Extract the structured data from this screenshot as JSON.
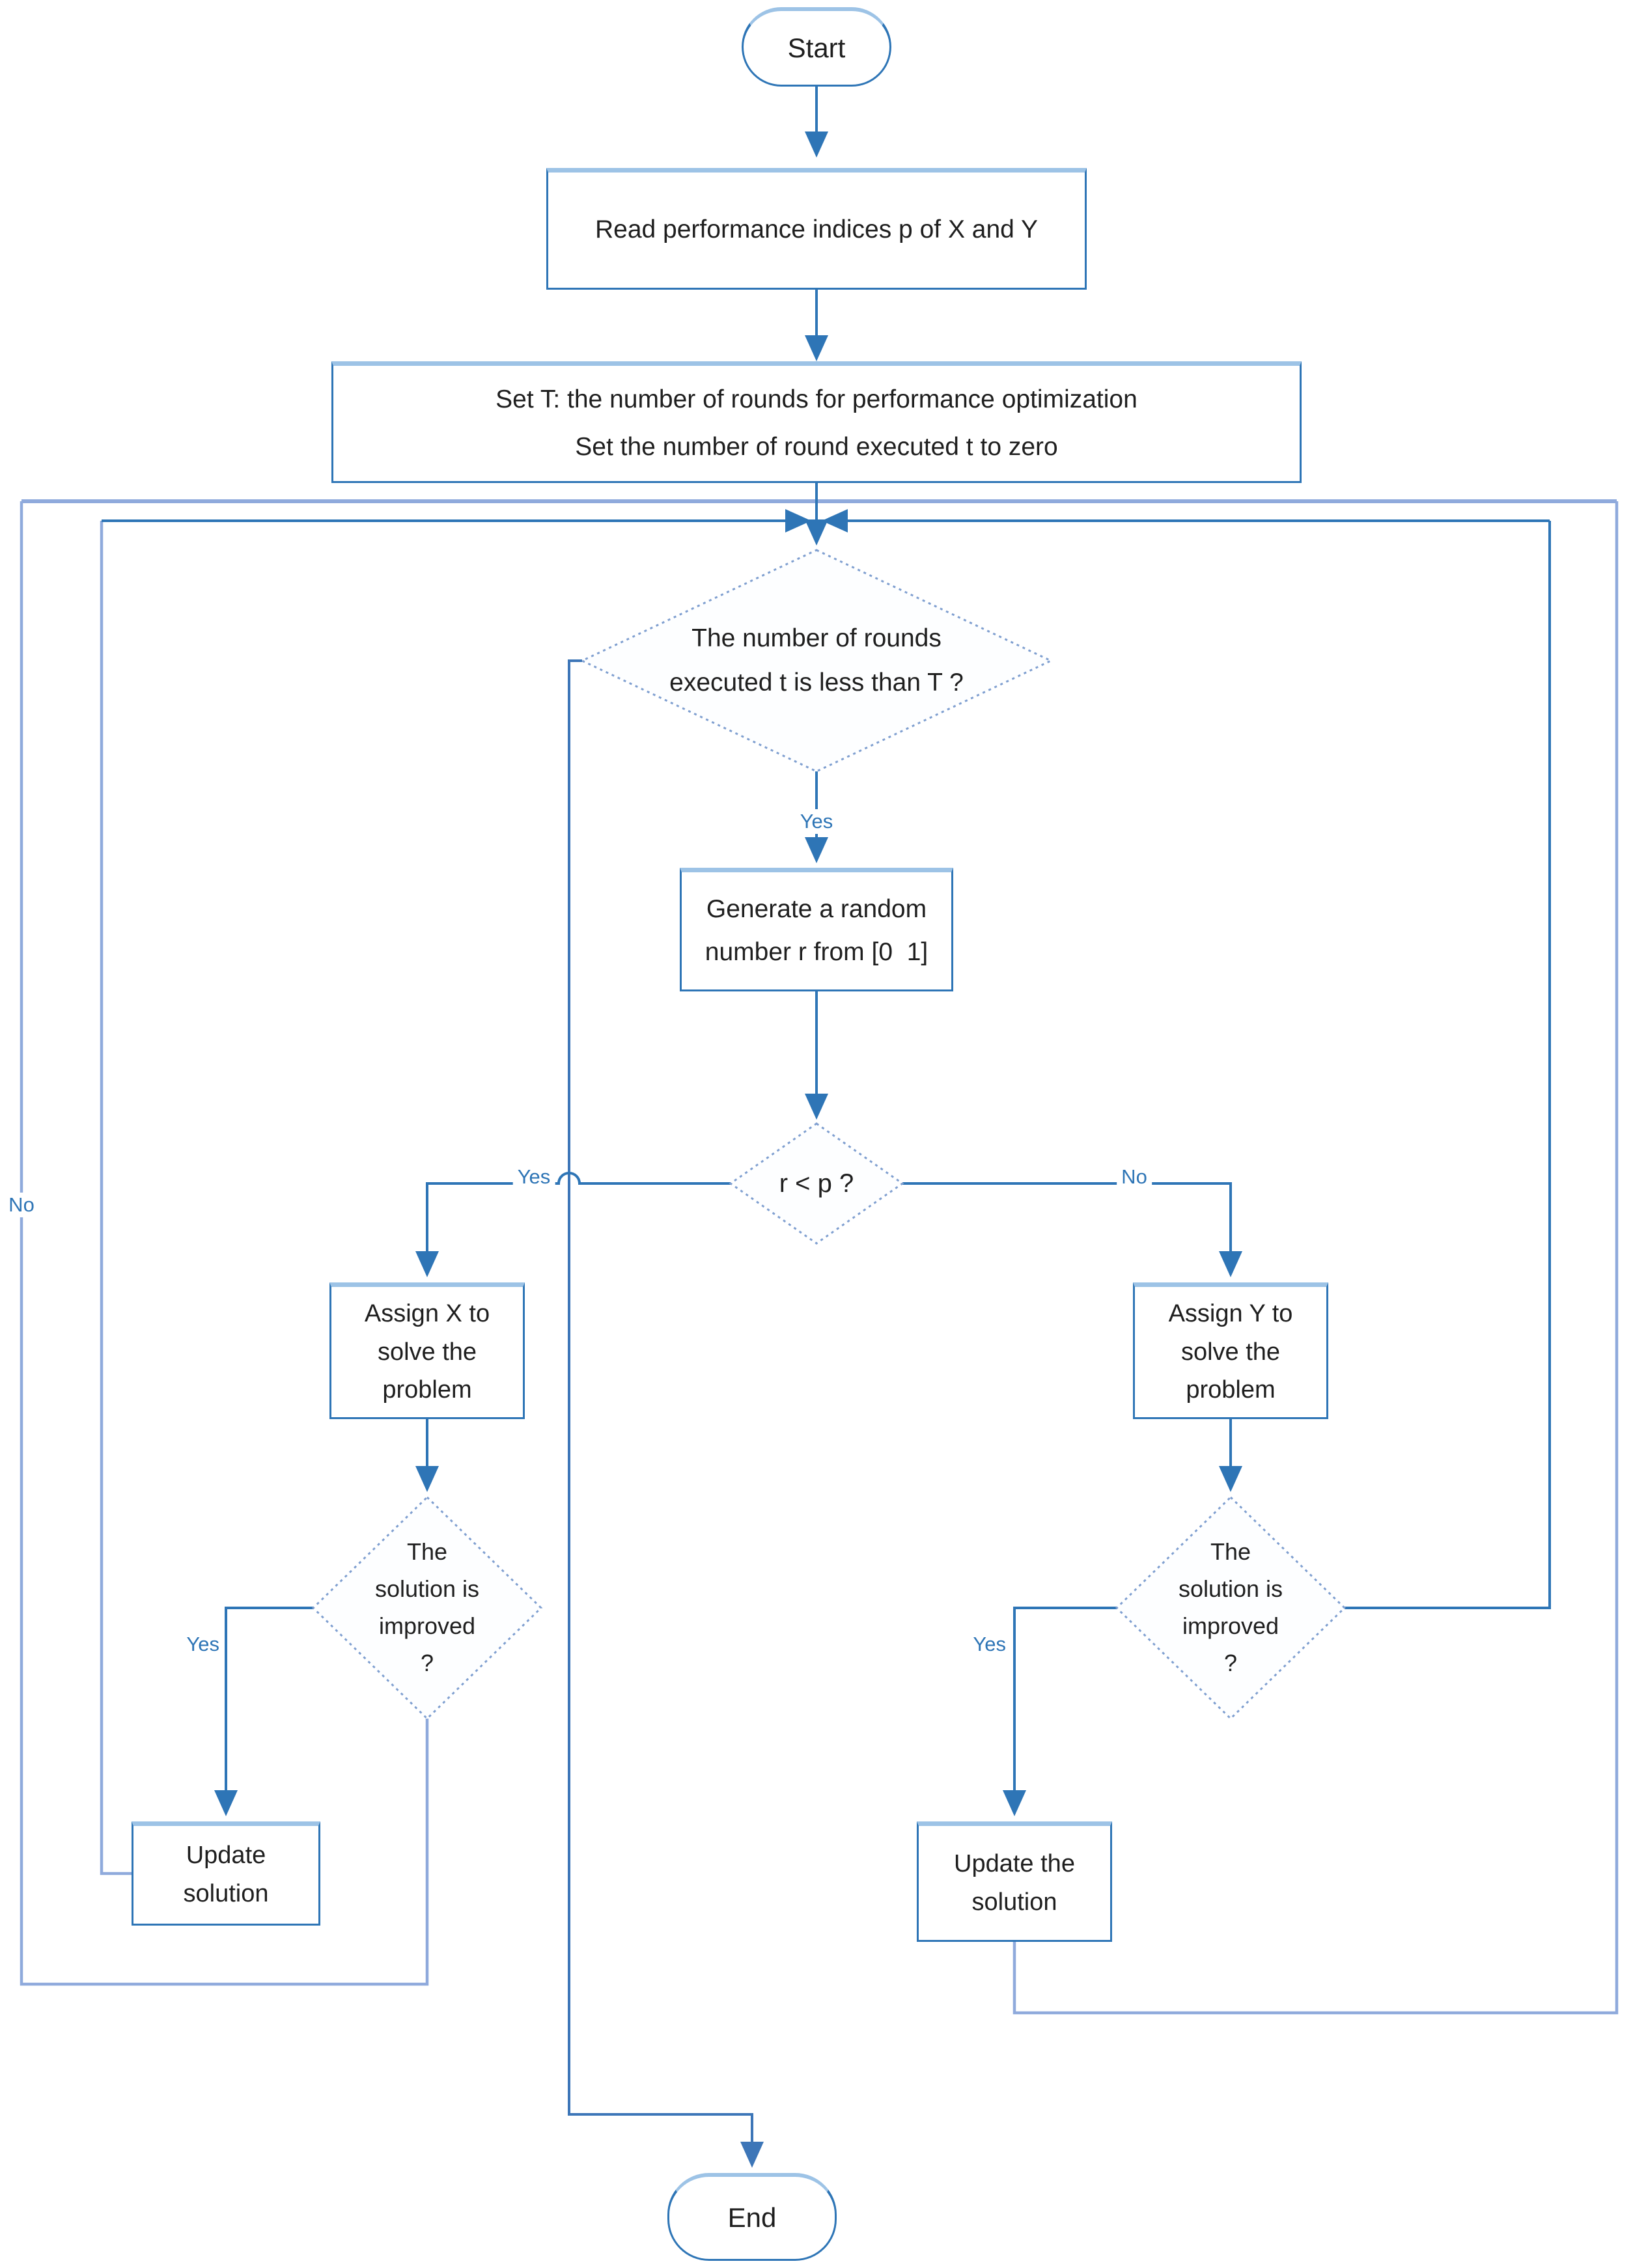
{
  "diagram_title": "Performance-based assignment optimization flowchart",
  "colors": {
    "connector_dark": "#2E75B6",
    "connector_medium": "#3D76B8",
    "connector_light": "#8FAADC",
    "shape_border": "#2E75B6",
    "shape_top_highlight": "#9DC3E6",
    "diamond_border": "#7F9FD0",
    "node_text": "#1f1f1f",
    "edge_label_text": "#2E75B6",
    "background": "#ffffff"
  },
  "nodes": {
    "start": {
      "label": "Start"
    },
    "read": {
      "label": "Read performance indices p of X and Y"
    },
    "set": {
      "line1": "Set T: the number of rounds for performance optimization",
      "line2": "Set the number of round executed t to zero"
    },
    "round_check": {
      "line1": "The number of rounds",
      "line2": "executed t is less than T ?"
    },
    "generate": {
      "line1": "Generate a random",
      "line2": "number r from [0  1]"
    },
    "r_check": {
      "label": "r < p ?"
    },
    "assign_x": {
      "line1": "Assign X to",
      "line2": "solve the",
      "line3": "problem"
    },
    "assign_y": {
      "line1": "Assign Y to",
      "line2": "solve the",
      "line3": "problem"
    },
    "improved_left": {
      "line1": "The",
      "line2": "solution is",
      "line3": "improved",
      "line4": "?"
    },
    "improved_right": {
      "line1": "The",
      "line2": "solution is",
      "line3": "improved",
      "line4": "?"
    },
    "update_left": {
      "line1": "Update",
      "line2": "solution"
    },
    "update_right": {
      "line1": "Update the",
      "line2": "solution"
    },
    "end": {
      "label": "End"
    }
  },
  "edge_labels": {
    "round_yes": "Yes",
    "r_yes": "Yes",
    "r_no": "No",
    "left_improved_yes": "Yes",
    "right_improved_yes": "Yes",
    "left_loop_no": "No"
  }
}
